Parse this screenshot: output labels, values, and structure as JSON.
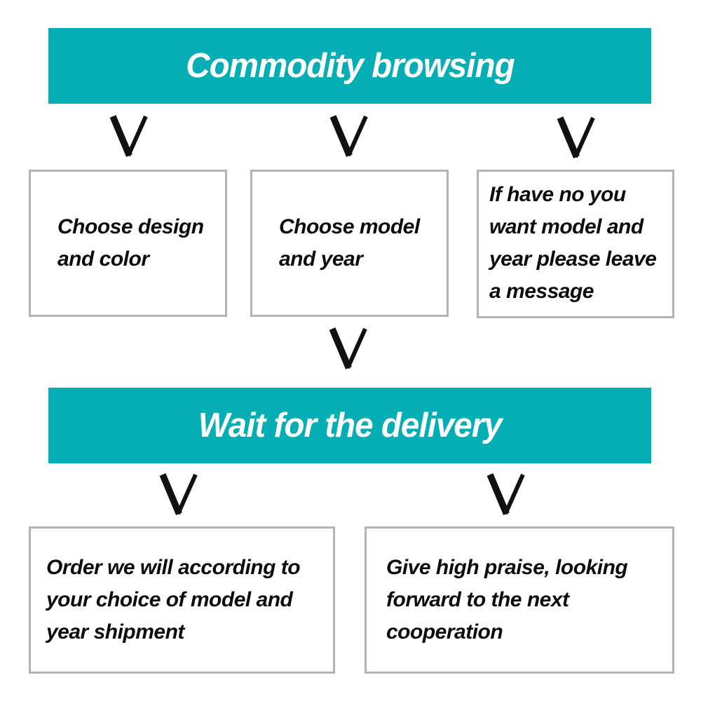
{
  "page": {
    "background": "#ffffff",
    "accent_teal": "#04aeb4",
    "box_border_gray": "#b3b3b3",
    "text_color": "#0d0d0d",
    "banner_text_color": "#ffffff"
  },
  "banners": [
    {
      "label": "Commodity browsing"
    },
    {
      "label": "Wait for the delivery"
    }
  ],
  "boxes": [
    {
      "text": "Choose design and color",
      "lines": [
        "Choose design",
        "and color"
      ]
    },
    {
      "text": "Choose model and year",
      "lines": [
        "Choose model",
        "and year"
      ]
    },
    {
      "text": "If have no you want model and year please leave a message",
      "lines": [
        "If have no you",
        "want model and",
        "year please leave",
        "a message"
      ]
    },
    {
      "text": "Order we will according to your choice of model and year shipment",
      "lines": [
        "Order we will according to",
        "your choice of model and",
        "year shipment"
      ]
    },
    {
      "text": "Give high praise, looking forward to the next cooperation",
      "lines": [
        "Give high praise, looking",
        "forward to the next",
        "cooperation"
      ]
    }
  ],
  "icons": {
    "arrow": "v-shaped down arrow",
    "arrow_color": "#111111"
  }
}
